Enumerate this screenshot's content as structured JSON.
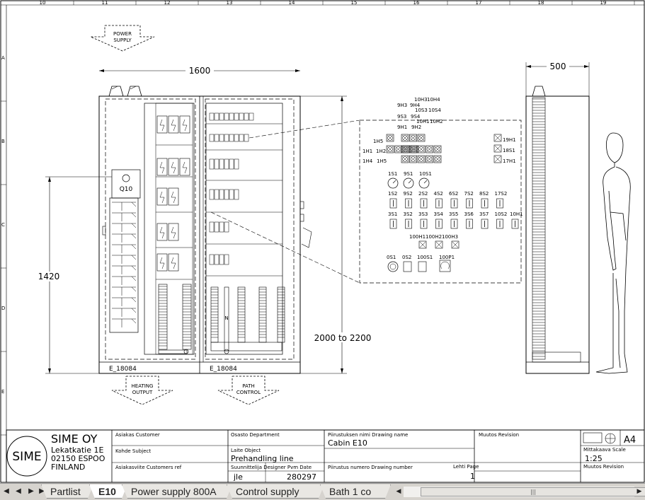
{
  "ruler": {
    "top_numbers": [
      "10",
      "11",
      "12",
      "13",
      "14",
      "15",
      "16",
      "17",
      "18",
      "19"
    ],
    "side_letters": [
      "A",
      "B",
      "C",
      "D",
      "E"
    ]
  },
  "labels": {
    "power_supply_l1": "POWER",
    "power_supply_l2": "SUPPLY",
    "heating_l1": "HEATING",
    "heating_l2": "OUTPUT",
    "path_l1": "PATH",
    "path_l2": "CONTROL"
  },
  "dimensions": {
    "width_front": "1600",
    "height_left": "1420",
    "height_range": "2000 to 2200",
    "width_side": "500"
  },
  "cabinet_ids": {
    "left": "E_18084",
    "right": "E_18084",
    "switch": "Q10"
  },
  "detail": {
    "top_tags": [
      "10H3",
      "10H4",
      "9H3",
      "9H4",
      "10S3",
      "10S4",
      "9S3",
      "9S4",
      "10H1",
      "10H2",
      "9H1",
      "9H2"
    ],
    "row_tags": [
      "1H5",
      "1H1",
      "1H2",
      "1H4",
      "1H5",
      "19H1",
      "18S1",
      "17H1"
    ],
    "meters": [
      "1S1",
      "9S1",
      "10S1"
    ],
    "switch_row1": [
      "1S2",
      "9S2",
      "2S2",
      "4S2",
      "6S2",
      "7S2",
      "8S2",
      "17S2"
    ],
    "switch_row2": [
      "3S1",
      "3S2",
      "3S3",
      "3S4",
      "3S5",
      "3S6",
      "3S7",
      "10S2",
      "10H1"
    ],
    "lamp_row": [
      "100H1",
      "100H2",
      "100H3"
    ],
    "bottom_row": [
      "0S1",
      "0S2",
      "100S1",
      "100P1"
    ]
  },
  "titleblock": {
    "company": "SIME OY",
    "address_l1": "Lekatkatie 1E",
    "address_l2": "02150 ESPOO",
    "address_l3": "FINLAND",
    "logo": "SIME",
    "labels": {
      "tilaaja": "Asiakas   Customer",
      "kohde": "Kohde   Subject",
      "asiak_viite": "Asiakasviite   Customers ref",
      "osasto": "Osasto Department",
      "laite": "Laite  Object",
      "suunnittelija": "Suunnittelija   Designer  Pvm   Date",
      "piirustus_nimi": "Piirustuksen nimi    Drawing name",
      "piirustus_numero": "Piirustus numero     Drawing number",
      "lehti": "Lehti  Page",
      "muutos": "Muutos     Revision",
      "mittakaava": "Mittakaava     Scale",
      "muutos2": "Muutos   Revision"
    },
    "values": {
      "drawing_name": "Cabin  E10",
      "object": "Prehandling  line",
      "designer": "jle",
      "date": "280297",
      "page": "1",
      "size": "A4",
      "scale": "1:25"
    }
  },
  "tabs": [
    {
      "label": "Partlist",
      "active": false
    },
    {
      "label": "E10",
      "active": true
    },
    {
      "label": "Power supply 800A",
      "active": false
    },
    {
      "label": "Control supply",
      "active": false
    },
    {
      "label": "Bath 1 co",
      "active": false
    }
  ],
  "scroll": {
    "grip": "|||"
  }
}
